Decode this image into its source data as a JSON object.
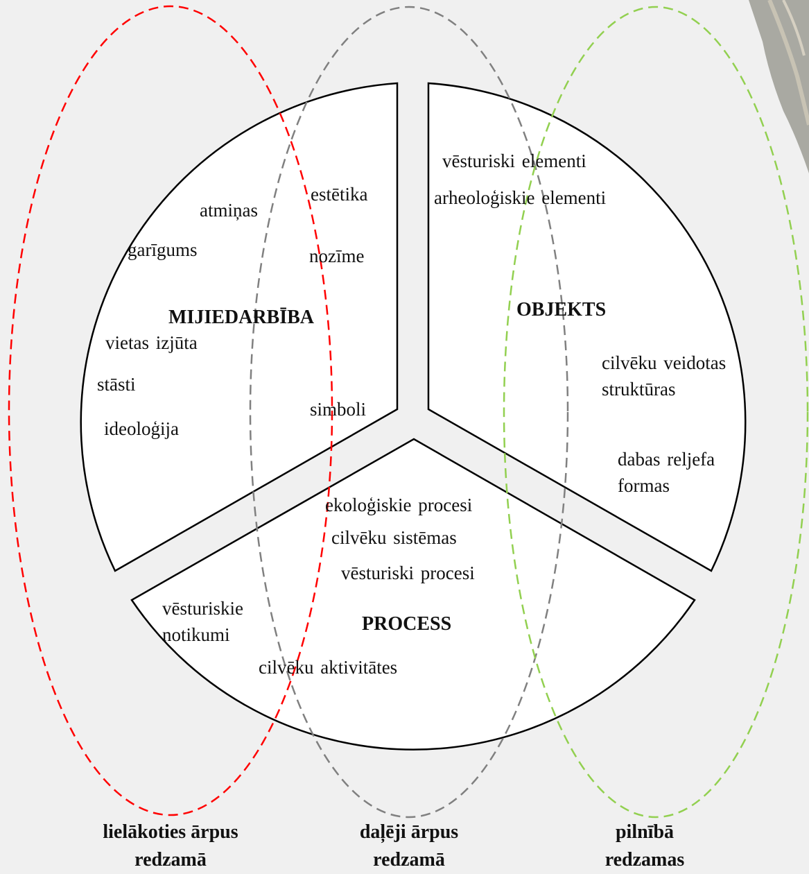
{
  "sectors": {
    "mijiedarbiba": {
      "title": "MIJIEDARBĪBA",
      "terms": {
        "atminas": "atmiņas",
        "estetika": "estētika",
        "garigums": "garīgums",
        "nozime": "nozīme",
        "vietas": "vietas izjūta",
        "stasti": "stāsti",
        "simboli": "simboli",
        "ideologija": "ideoloģija"
      }
    },
    "objekts": {
      "title": "OBJEKTS",
      "terms": {
        "vesturiski_elementi": "vēsturiski elementi",
        "arheologiskie": "arheoloģiskie elementi",
        "cilveku_veidotas": "cilvēku veidotas\nstruktūras",
        "dabas_reljefa": "dabas reljefa\nformas"
      }
    },
    "process": {
      "title": "PROCESS",
      "terms": {
        "ekologiskie": "ekoloģiskie procesi",
        "sistemas": "cilvēku sistēmas",
        "vesturiski_procesi": "vēsturiski procesi",
        "notikumi": "vēsturiskie\nnotikumi",
        "aktivitates": "cilvēku aktivitātes"
      }
    }
  },
  "ellipses": {
    "left": {
      "label": "lielākoties ārpus\nredzamā",
      "color": "#ff0000"
    },
    "middle": {
      "label": "daļēji ārpus\nredzamā",
      "color": "#808080"
    },
    "right": {
      "label": "pilnībā\nredzamas",
      "color": "#92d050"
    }
  },
  "colors": {
    "background": "#f0f0f0",
    "sector_fill": "#ffffff",
    "sector_stroke": "#000000",
    "corner_photo": "#a9a9a2"
  }
}
